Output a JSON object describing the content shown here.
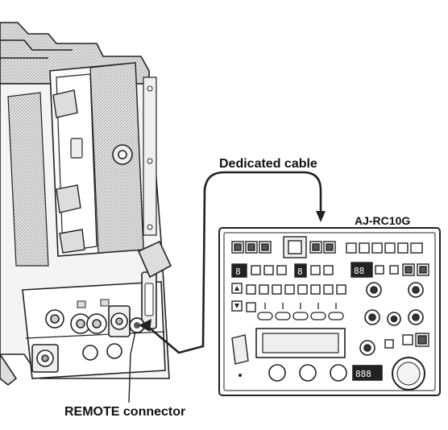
{
  "labels": {
    "cable": "Dedicated cable",
    "model": "AJ-RC10G",
    "remote": "REMOTE connector"
  },
  "colors": {
    "line": "#222222",
    "body": "#ffffff",
    "shade": "#d9d9d9",
    "dark": "#555555"
  }
}
